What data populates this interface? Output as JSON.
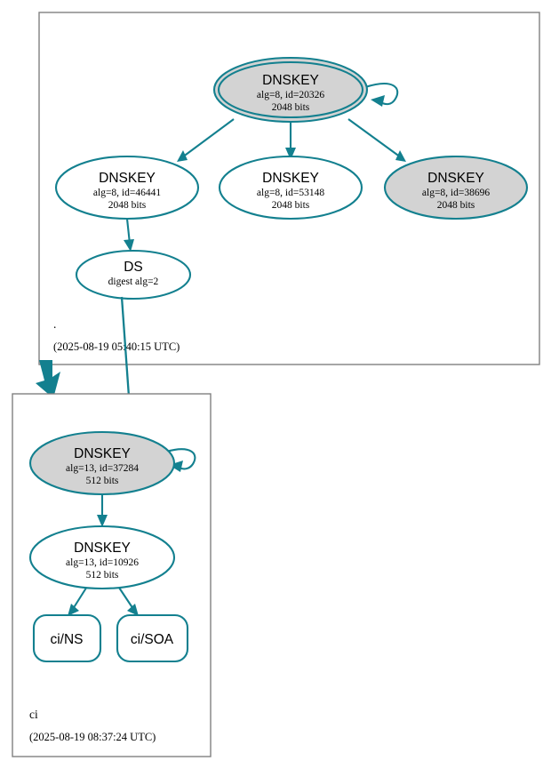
{
  "diagram": {
    "kind": "dnssec-authentication-chain",
    "accent_color": "#13808f",
    "secure_fill_color": "#d3d3d3",
    "insecure_fill_color": "#ffffff",
    "cluster_border_color": "#808080"
  },
  "zones": [
    {
      "id": "root",
      "label": ".",
      "timestamp": "(2025-08-19 05:40:15 UTC)"
    },
    {
      "id": "ci",
      "label": "ci",
      "timestamp": "(2025-08-19 08:37:24 UTC)"
    }
  ],
  "nodes": {
    "root_ksk": {
      "type": "DNSKEY",
      "title": "DNSKEY",
      "line2": "alg=8, id=20326",
      "line3": "2048 bits",
      "shape": "doubleellipse",
      "fill": "gray",
      "self_signed": true
    },
    "root_zsk_46441": {
      "type": "DNSKEY",
      "title": "DNSKEY",
      "line2": "alg=8, id=46441",
      "line3": "2048 bits",
      "shape": "ellipse",
      "fill": "white",
      "self_signed": false
    },
    "root_zsk_53148": {
      "type": "DNSKEY",
      "title": "DNSKEY",
      "line2": "alg=8, id=53148",
      "line3": "2048 bits",
      "shape": "ellipse",
      "fill": "white",
      "self_signed": false
    },
    "root_zsk_38696": {
      "type": "DNSKEY",
      "title": "DNSKEY",
      "line2": "alg=8, id=38696",
      "line3": "2048 bits",
      "shape": "ellipse",
      "fill": "gray",
      "self_signed": false
    },
    "root_ds": {
      "type": "DS",
      "title": "DS",
      "line2": "digest alg=2",
      "line3": "",
      "shape": "ellipse",
      "fill": "white",
      "self_signed": false
    },
    "ci_ksk": {
      "type": "DNSKEY",
      "title": "DNSKEY",
      "line2": "alg=13, id=37284",
      "line3": "512 bits",
      "shape": "ellipse",
      "fill": "gray",
      "self_signed": true
    },
    "ci_zsk": {
      "type": "DNSKEY",
      "title": "DNSKEY",
      "line2": "alg=13, id=10926",
      "line3": "512 bits",
      "shape": "ellipse",
      "fill": "white",
      "self_signed": false
    },
    "ci_ns": {
      "type": "RRset",
      "title": "ci/NS",
      "line2": "",
      "line3": "",
      "shape": "roundrect",
      "fill": "white",
      "self_signed": false
    },
    "ci_soa": {
      "type": "RRset",
      "title": "ci/SOA",
      "line2": "",
      "line3": "",
      "shape": "roundrect",
      "fill": "white",
      "self_signed": false
    }
  },
  "edges": [
    {
      "from": "root_ksk",
      "to": "root_ksk",
      "kind": "self-sign"
    },
    {
      "from": "root_ksk",
      "to": "root_zsk_46441",
      "kind": "sign"
    },
    {
      "from": "root_ksk",
      "to": "root_zsk_53148",
      "kind": "sign"
    },
    {
      "from": "root_ksk",
      "to": "root_zsk_38696",
      "kind": "sign"
    },
    {
      "from": "root_zsk_46441",
      "to": "root_ds",
      "kind": "sign"
    },
    {
      "from": "root_ds",
      "to": "ci_ksk",
      "kind": "delegation"
    },
    {
      "from": "ci_ksk",
      "to": "ci_ksk",
      "kind": "self-sign"
    },
    {
      "from": "ci_ksk",
      "to": "ci_zsk",
      "kind": "sign"
    },
    {
      "from": "ci_zsk",
      "to": "ci_ns",
      "kind": "sign"
    },
    {
      "from": "ci_zsk",
      "to": "ci_soa",
      "kind": "sign"
    }
  ]
}
